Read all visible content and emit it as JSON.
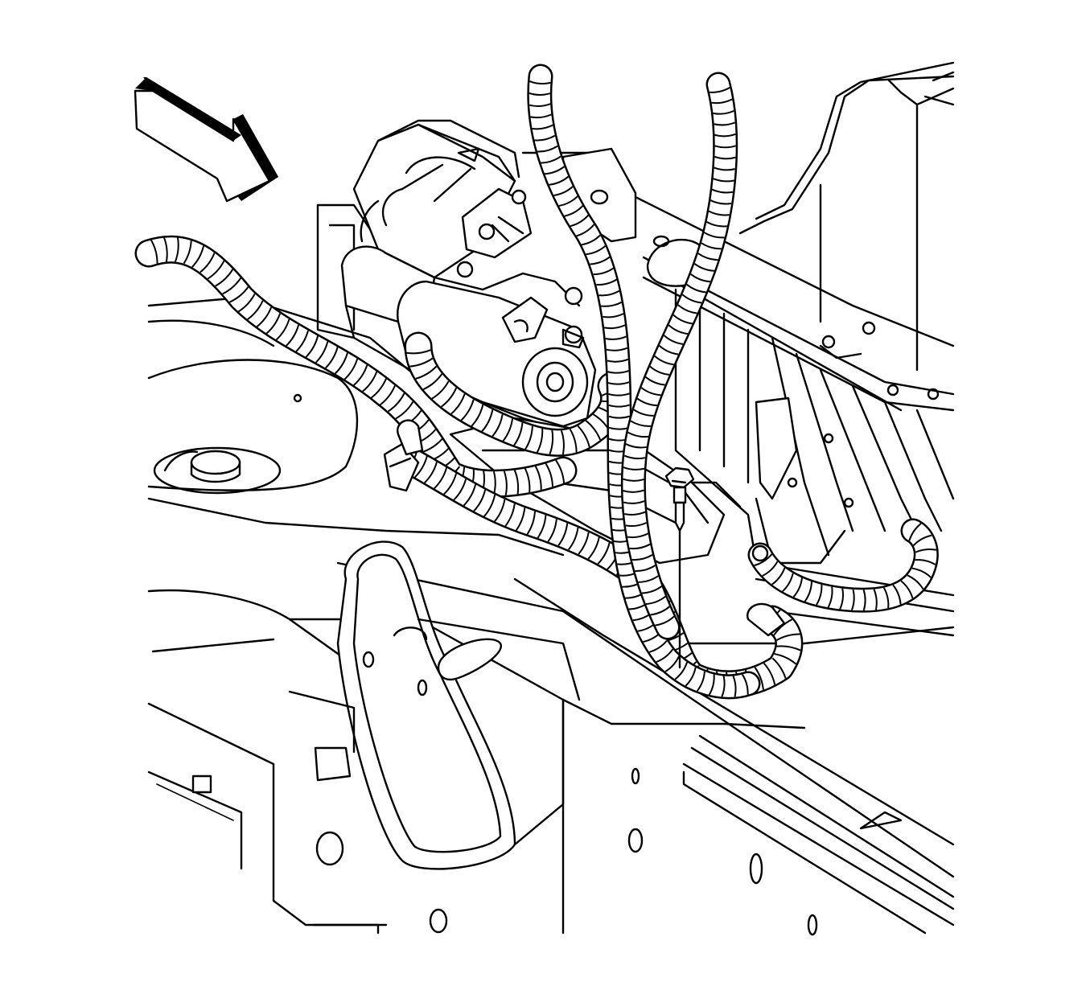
{
  "figure": {
    "colors": {
      "line": "#000000",
      "background": "#ffffff"
    },
    "components": [
      "direction-arrow",
      "starter-motor",
      "wiring-harness",
      "mounting-bolt",
      "engine-block",
      "frame-rail",
      "crossmember",
      "oil-pan"
    ]
  }
}
